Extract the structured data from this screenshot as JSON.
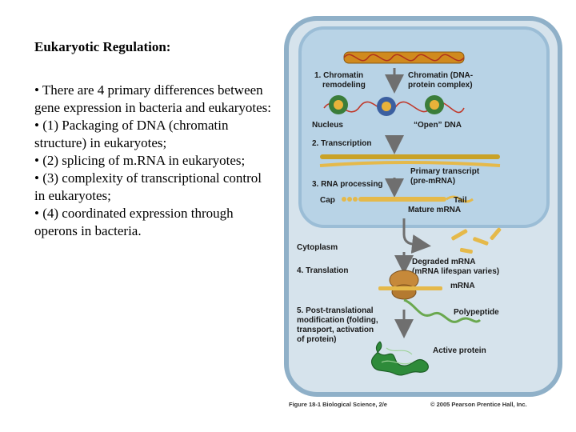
{
  "slide": {
    "title": "Eukaryotic Regulation:",
    "bullets": [
      "• There are 4 primary differences between gene expression in bacteria and eukaryotes:",
      "• (1) Packaging of DNA (chromatin structure) in eukaryotes;",
      "• (2) splicing of m.RNA in eukaryotes;",
      "• (3) complexity of transcriptional control in eukaryotes;",
      "• (4) coordinated expression through operons in bacteria."
    ]
  },
  "figure": {
    "step1": [
      "1. Chromatin",
      "remodeling"
    ],
    "chromatin_label": [
      "Chromatin (DNA-",
      "protein complex)"
    ],
    "nucleus": "Nucleus",
    "open_dna": "“Open” DNA",
    "step2": "2. Transcription",
    "primary_transcript": [
      "Primary transcript",
      "(pre-mRNA)"
    ],
    "step3": "3. RNA processing",
    "cap": "Cap",
    "tail": "Tail",
    "mature_mrna": "Mature mRNA",
    "cytoplasm": "Cytoplasm",
    "step4": "4. Translation",
    "degraded_mrna": [
      "Degraded mRNA",
      "(mRNA lifespan varies)"
    ],
    "mrna": "mRNA",
    "step5": [
      "5. Post-translational",
      "modification (folding,",
      "transport, activation",
      "of protein)"
    ],
    "polypeptide": "Polypeptide",
    "active_protein": "Active protein",
    "caption_left": "Figure 18-1  Biological Science, 2/e",
    "caption_right": "© 2005 Pearson Prentice Hall, Inc."
  },
  "colors": {
    "cell_fill": "#d6e3ec",
    "cell_border": "#8fb0c8",
    "nucleus_fill": "#b8d3e6",
    "dna": "#c9a227",
    "chromatin": "#d08a1e",
    "rna": "#e5b94a",
    "ribosome": "#c6893a",
    "polypeptide": "#6aa84f",
    "protein": "#2e8b3a",
    "arrow": "#6f6f6f"
  }
}
